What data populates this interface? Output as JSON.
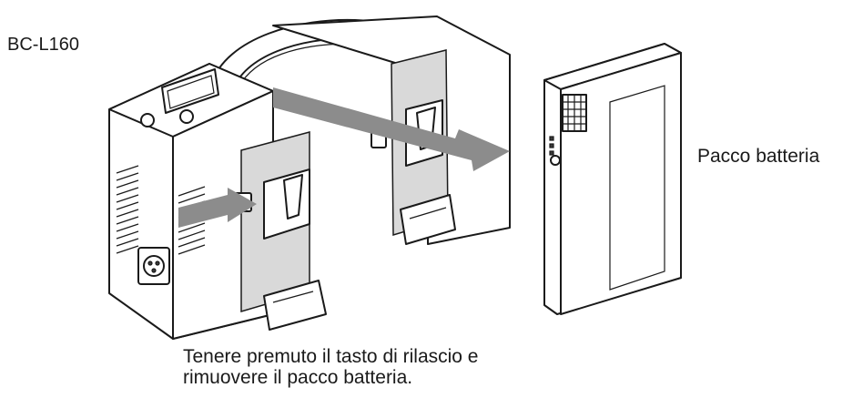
{
  "labels": {
    "model": "BC-L160",
    "battery": "Pacco batteria"
  },
  "caption": {
    "line1": "Tenere premuto il tasto di rilascio e",
    "line2": "rimuovere il pacco batteria."
  },
  "colors": {
    "line": "#1a1a1a",
    "arrow": "#8c8c8c",
    "panel": "#d9d9d9"
  }
}
